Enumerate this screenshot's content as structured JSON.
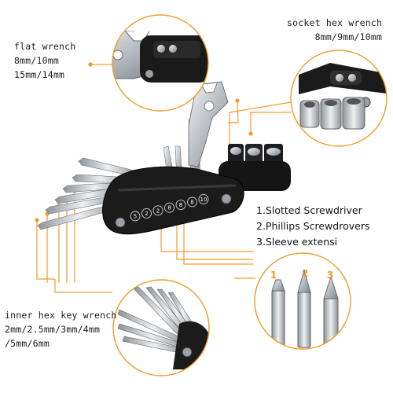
{
  "flat_wrench": {
    "title": "flat wrench",
    "line1": "8mm/10mm",
    "line2": "15mm/14mm"
  },
  "socket_wrench": {
    "title": "socket hex wrench",
    "line1": "8mm/9mm/10mm"
  },
  "tools_list": {
    "item1": "1.Slotted Screwdriver",
    "item2": "2.Phillips Screwdrovers",
    "item3": "3.Sleeve extensi"
  },
  "hex_key": {
    "title": "inner hex key wrench",
    "line1": "2mm/2.5mm/3mm/4mm",
    "line2": "/5mm/6mm"
  },
  "callout_numbers": [
    "1",
    "2",
    "3"
  ],
  "body_numbers": [
    "5",
    "2",
    "2",
    "8",
    "8",
    "8",
    "10"
  ],
  "colors": {
    "accent": "#f39a2b",
    "body": "#1b1b1b",
    "steel": "#c9cdd1"
  }
}
